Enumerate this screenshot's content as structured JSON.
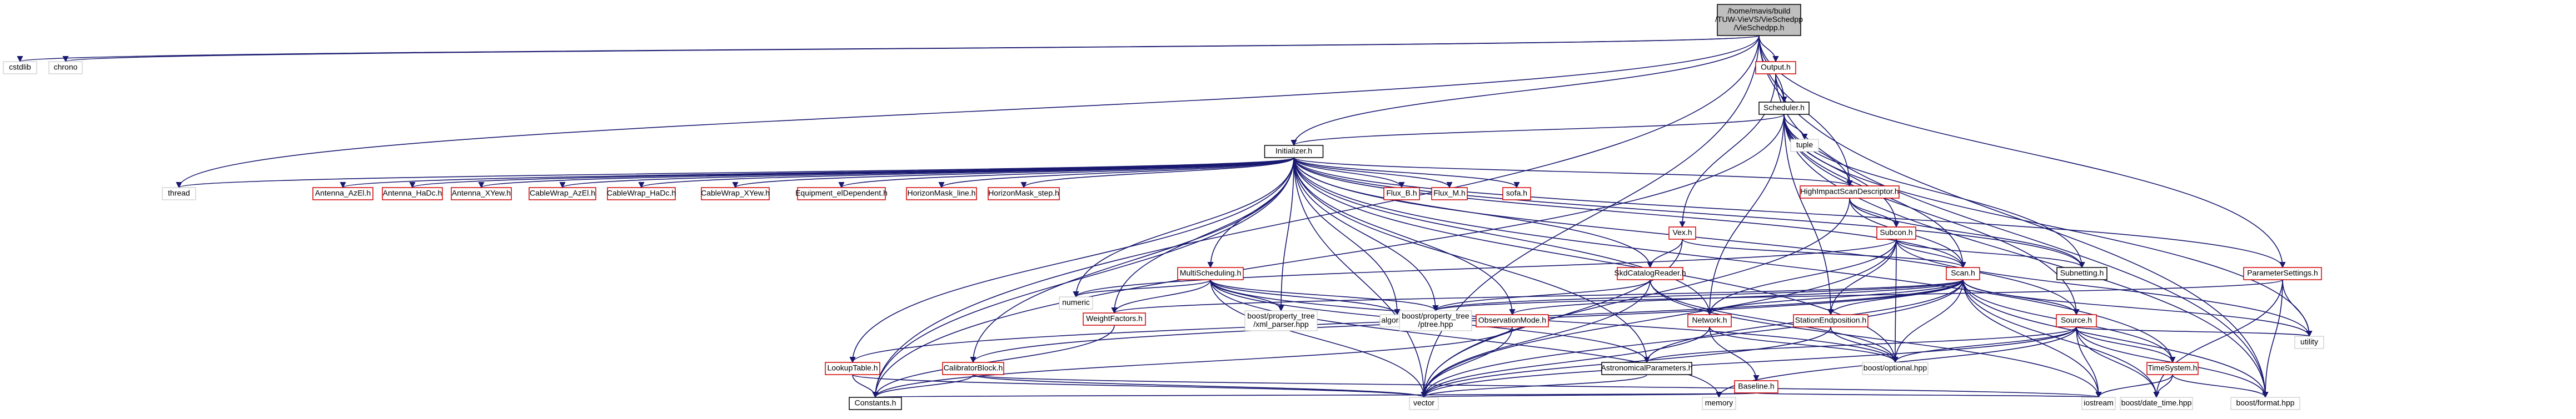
{
  "diagram": {
    "root_label_lines": [
      "/home/mavis/build",
      "/TUW-VieVS/VieSchedpp",
      "/VieSchedpp.h"
    ],
    "nodes": [
      {
        "id": "cstdlib",
        "label": "cstdlib",
        "style": "plain"
      },
      {
        "id": "chrono",
        "label": "chrono",
        "style": "plain"
      },
      {
        "id": "output",
        "label": "Output.h",
        "style": "red"
      },
      {
        "id": "scheduler",
        "label": "Scheduler.h",
        "style": "black"
      },
      {
        "id": "tuple",
        "label": "tuple",
        "style": "plain"
      },
      {
        "id": "initializer",
        "label": "Initializer.h",
        "style": "black"
      },
      {
        "id": "thread",
        "label": "thread",
        "style": "plain"
      },
      {
        "id": "ant_azel",
        "label": "Antenna_AzEl.h",
        "style": "red"
      },
      {
        "id": "ant_hadc",
        "label": "Antenna_HaDc.h",
        "style": "red"
      },
      {
        "id": "ant_xyew",
        "label": "Antenna_XYew.h",
        "style": "red"
      },
      {
        "id": "cw_azel",
        "label": "CableWrap_AzEl.h",
        "style": "red"
      },
      {
        "id": "cw_hadc",
        "label": "CableWrap_HaDc.h",
        "style": "red"
      },
      {
        "id": "cw_xyew",
        "label": "CableWrap_XYew.h",
        "style": "red"
      },
      {
        "id": "equip",
        "label": "Equipment_elDependent.h",
        "style": "red"
      },
      {
        "id": "hm_line",
        "label": "HorizonMask_line.h",
        "style": "red"
      },
      {
        "id": "hm_step",
        "label": "HorizonMask_step.h",
        "style": "red"
      },
      {
        "id": "flux_b",
        "label": "Flux_B.h",
        "style": "red"
      },
      {
        "id": "flux_m",
        "label": "Flux_M.h",
        "style": "red"
      },
      {
        "id": "sofa",
        "label": "sofa.h",
        "style": "red"
      },
      {
        "id": "hisd",
        "label": "HighImpactScanDescriptor.h",
        "style": "red"
      },
      {
        "id": "vex",
        "label": "Vex.h",
        "style": "red"
      },
      {
        "id": "subcon",
        "label": "Subcon.h",
        "style": "red"
      },
      {
        "id": "scan",
        "label": "Scan.h",
        "style": "red"
      },
      {
        "id": "subnetting",
        "label": "Subnetting.h",
        "style": "black"
      },
      {
        "id": "multisched",
        "label": "MultiScheduling.h",
        "style": "red"
      },
      {
        "id": "skdcat",
        "label": "SkdCatalogReader.h",
        "style": "red"
      },
      {
        "id": "paramset",
        "label": "ParameterSettings.h",
        "style": "red"
      },
      {
        "id": "numeric",
        "label": "numeric",
        "style": "plain"
      },
      {
        "id": "weightf",
        "label": "WeightFactors.h",
        "style": "red"
      },
      {
        "id": "pt_xml",
        "label": "boost/property_tree\n/xml_parser.hpp",
        "style": "plain"
      },
      {
        "id": "algorithm",
        "label": "algorithm",
        "style": "plain"
      },
      {
        "id": "pt_ptree",
        "label": "boost/property_tree\n/ptree.hpp",
        "style": "plain"
      },
      {
        "id": "obsmode",
        "label": "ObservationMode.h",
        "style": "red"
      },
      {
        "id": "network",
        "label": "Network.h",
        "style": "red"
      },
      {
        "id": "stationendpos",
        "label": "StationEndposition.h",
        "style": "red"
      },
      {
        "id": "source",
        "label": "Source.h",
        "style": "red"
      },
      {
        "id": "utility",
        "label": "utility",
        "style": "plain"
      },
      {
        "id": "astroparams",
        "label": "AstronomicalParameters.h",
        "style": "black"
      },
      {
        "id": "optional",
        "label": "boost/optional.hpp",
        "style": "plain"
      },
      {
        "id": "lookup",
        "label": "LookupTable.h",
        "style": "red"
      },
      {
        "id": "calib",
        "label": "CalibratorBlock.h",
        "style": "red"
      },
      {
        "id": "baseline",
        "label": "Baseline.h",
        "style": "red"
      },
      {
        "id": "timesystem",
        "label": "TimeSystem.h",
        "style": "red"
      },
      {
        "id": "constants",
        "label": "Constants.h",
        "style": "black"
      },
      {
        "id": "vector",
        "label": "vector",
        "style": "plain"
      },
      {
        "id": "memory",
        "label": "memory",
        "style": "plain"
      },
      {
        "id": "iostream",
        "label": "iostream",
        "style": "plain"
      },
      {
        "id": "datetime",
        "label": "boost/date_time.hpp",
        "style": "plain"
      },
      {
        "id": "format",
        "label": "boost/format.hpp",
        "style": "plain"
      }
    ]
  }
}
